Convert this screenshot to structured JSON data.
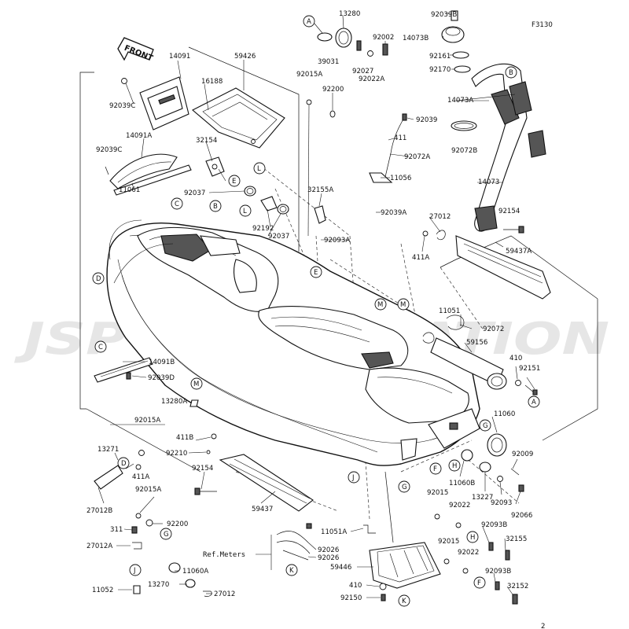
{
  "watermark": "JSP CORPORATION",
  "figure_code": "F3130",
  "page_number": "2",
  "front_label": "FRONT",
  "ref_meters_label": "Ref.Meters",
  "part_labels": {
    "p92039B": "92039B",
    "p13280": "13280",
    "p14073B": "14073B",
    "p92002": "92002",
    "p92161": "92161",
    "p92170": "92170",
    "p39031": "39031",
    "p92027": "92027",
    "p92022A": "92022A",
    "p14091": "14091",
    "p59426": "59426",
    "p16188": "16188",
    "p92015A_top": "92015A",
    "p92200_top": "92200",
    "p92039C_top": "92039C",
    "p14073A": "14073A",
    "p92039": "92039",
    "p411_top": "411",
    "p92072A": "92072A",
    "p14091A": "14091A",
    "p92039C_mid": "92039C",
    "p32154": "32154",
    "p92072B": "92072B",
    "p11056": "11056",
    "p11061": "11061",
    "p92037_a": "92037",
    "p32155A": "32155A",
    "p14073": "14073",
    "p92192": "92192",
    "p92037_b": "92037",
    "p92039A": "92039A",
    "p27012_top": "27012",
    "p92154_right": "92154",
    "p92093A": "92093A",
    "p411A_right": "411A",
    "p59437A": "59437A",
    "p11051": "11051",
    "p92072": "92072",
    "p59156": "59156",
    "p14091B": "14091B",
    "p92039D": "92039D",
    "p410_right": "410",
    "p92151": "92151",
    "p13280A": "13280A",
    "p11060": "11060",
    "p92015A_left": "92015A",
    "p411B": "411B",
    "p13271": "13271",
    "p92210": "92210",
    "p411A_left": "411A",
    "p92154_left": "92154",
    "p92009": "92009",
    "p11060B": "11060B",
    "p13227": "13227",
    "p92093": "92093",
    "p92066": "92066",
    "p27012B": "27012B",
    "p92015A_low": "92015A",
    "p92015_a": "92015",
    "p92022_a": "92022",
    "p59437": "59437",
    "p311": "311",
    "p92200_low": "92200",
    "p92093B_a": "92093B",
    "p27012A": "27012A",
    "p11051A": "11051A",
    "p32155": "32155",
    "p92026_a": "92026",
    "p92026_b": "92026",
    "p92015_b": "92015",
    "p92022_b": "92022",
    "p11060A": "11060A",
    "p59446": "59446",
    "p92093B_b": "92093B",
    "p13270": "13270",
    "p32152": "32152",
    "p11052": "11052",
    "p27012_low": "27012",
    "p410_low": "410",
    "p92150": "92150"
  },
  "callouts": {
    "cA1": "A",
    "cB1": "B",
    "cL1": "L",
    "cE1": "E",
    "cC1": "C",
    "cB2": "B",
    "cL2": "L",
    "cD1": "D",
    "cE2": "E",
    "cM1": "M",
    "cM2": "M",
    "cC2": "C",
    "cM3": "M",
    "cA2": "A",
    "cG1": "G",
    "cD2": "D",
    "cH1": "H",
    "cF1": "F",
    "cJ1": "J",
    "cG2": "G",
    "cG3": "G",
    "cH2": "H",
    "cF2": "F",
    "cK1": "K",
    "cJ2": "J",
    "cK2": "K"
  }
}
